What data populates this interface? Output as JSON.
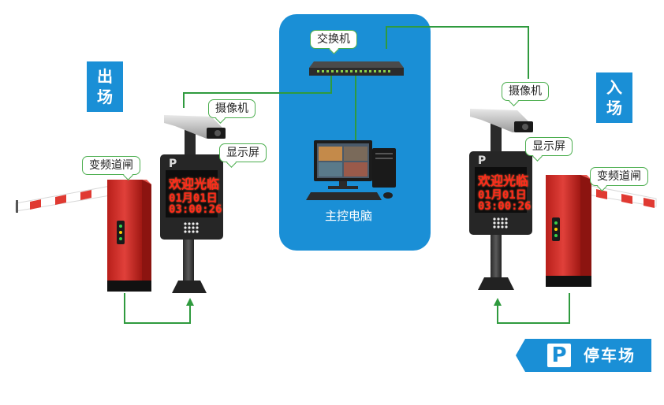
{
  "center": {
    "switch_label": "交换机",
    "computer_label": "主控电脑"
  },
  "left": {
    "tag": [
      "出",
      "场"
    ],
    "camera_label": "摄像机",
    "display_label": "显示屏",
    "gate_label": "变频道闸",
    "led_lines": [
      "欢迎光临",
      "01月01日",
      "03:00:26"
    ]
  },
  "right": {
    "tag": [
      "入",
      "场"
    ],
    "camera_label": "摄像机",
    "display_label": "显示屏",
    "gate_label": "变频道闸",
    "led_lines": [
      "欢迎光临",
      "01月01日",
      "03:00:26"
    ]
  },
  "parking": {
    "p_letter": "P",
    "label": "停车场"
  },
  "colors": {
    "panel_blue": "#1a8fd6",
    "connector_green": "#2f9a3e",
    "gate_red": "#d8342c",
    "led_red": "#ff2a1a"
  }
}
